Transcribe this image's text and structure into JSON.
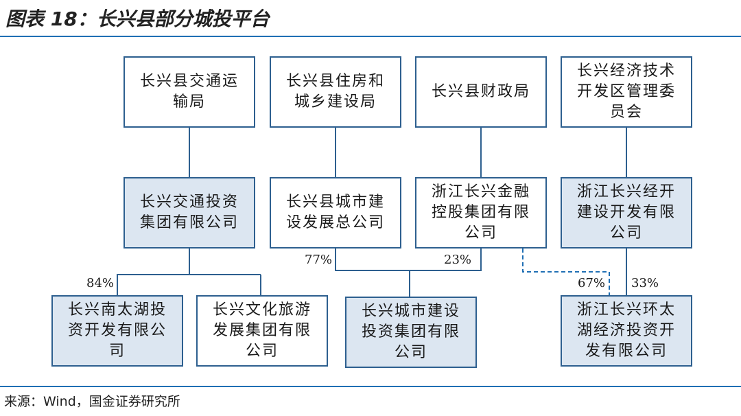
{
  "title": "图表 18：长兴县部分城投平台",
  "source": "来源：Wind，国金证券研究所",
  "nodes": {
    "transport_bureau": "长兴县交通运输局",
    "housing_bureau": "长兴县住房和城乡建设局",
    "finance_bureau": "长兴县财政局",
    "econ_dev_committee": "长兴经济技术开发区管理委员会",
    "transport_investment": "长兴交通投资集团有限公司",
    "urban_construction_dev": "长兴县城市建设发展总公司",
    "financial_holding": "浙江长兴金融控股集团有限公司",
    "jingkai_construction": "浙江长兴经开建设开发有限公司",
    "nantaihu_investment": "长兴南太湖投资开发有限公司",
    "culture_tourism": "长兴文化旅游发展集团有限公司",
    "city_construction_investment": "长兴城市建设投资集团有限公司",
    "huantaihu_investment": "浙江长兴环太湖经济投资开发有限公司"
  },
  "percentages": {
    "nantaihu": "84%",
    "urban_dev_to_city": "77%",
    "financial_to_city": "23%",
    "financial_to_huantaihu": "67%",
    "jingkai_to_huantaihu": "33%"
  },
  "colors": {
    "rule": "#1f6fb4",
    "box_border": "#2d5f8f",
    "highlight_fill": "#dce6f1",
    "line": "#2d5f8f",
    "dashed_line": "#1f6fb4"
  }
}
